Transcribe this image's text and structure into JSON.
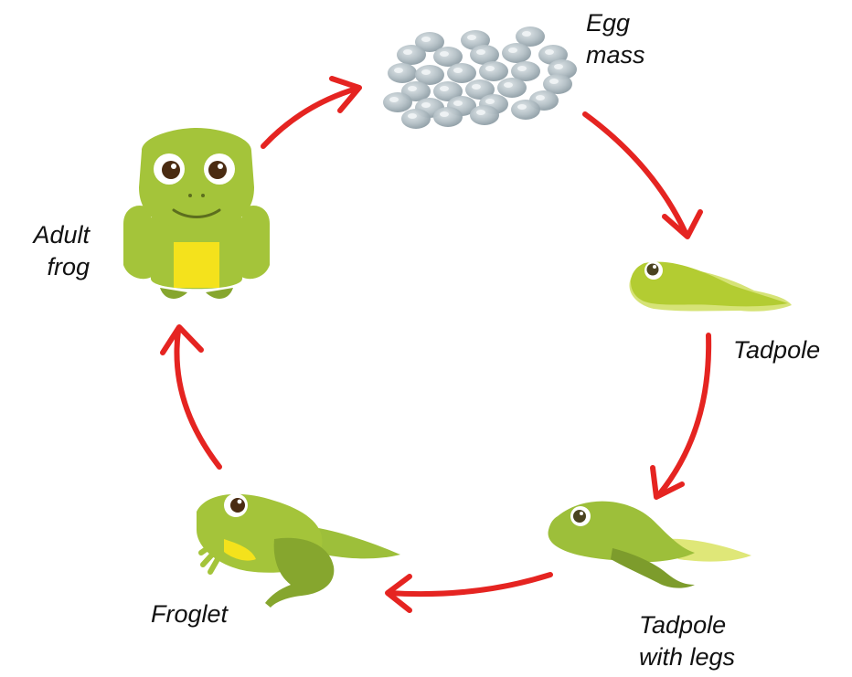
{
  "colors": {
    "arrow": "#e52421",
    "frog_green": "#a4c43a",
    "frog_dark_green": "#86a62e",
    "belly_yellow": "#f4e21c",
    "egg_gray": "#a9b6bd",
    "tadpole_yellow_green": "#c8d94a"
  },
  "stages": {
    "egg_mass": {
      "line1": "Egg",
      "line2": "mass",
      "icon": "egg-mass-icon"
    },
    "tadpole": {
      "line1": "Tadpole",
      "icon": "tadpole-icon"
    },
    "tadpole_with_legs": {
      "line1": "Tadpole",
      "line2": "with legs",
      "icon": "tadpole-with-legs-icon"
    },
    "froglet": {
      "line1": "Froglet",
      "icon": "froglet-icon"
    },
    "adult_frog": {
      "line1": "Adult",
      "line2": "frog",
      "icon": "adult-frog-icon"
    }
  },
  "cycle_order": [
    "egg_mass",
    "tadpole",
    "tadpole_with_legs",
    "froglet",
    "adult_frog"
  ]
}
